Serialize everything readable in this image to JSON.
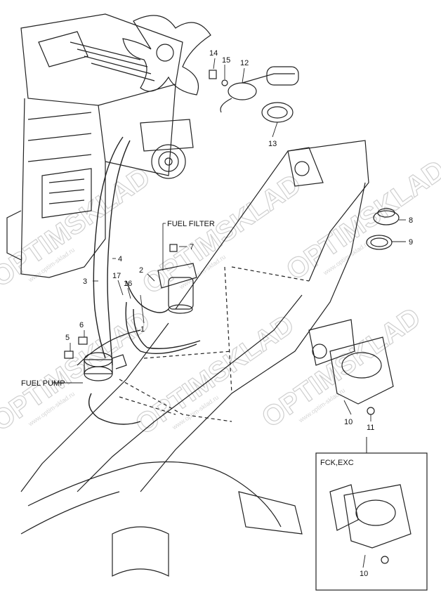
{
  "labels": {
    "fuel_filter": "FUEL FILTER",
    "fuel_pump": "FUEL PUMP",
    "variant": "FCK,EXC"
  },
  "callouts": [
    "1",
    "2",
    "3",
    "4",
    "5",
    "6",
    "7",
    "8",
    "9",
    "10",
    "10",
    "11",
    "12",
    "13",
    "14",
    "15",
    "16",
    "17"
  ],
  "watermark": {
    "brand": "OPTIMSKLAD",
    "url": "www.optim-sklad.ru"
  }
}
